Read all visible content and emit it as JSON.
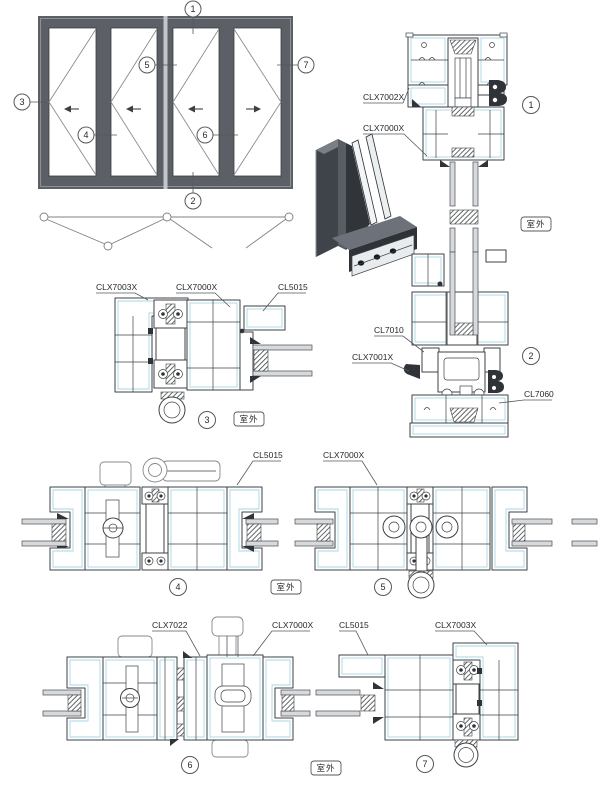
{
  "outdoor_label": "室外",
  "colors": {
    "page_bg": "#ffffff",
    "line_dark": "#3e4144",
    "accent_blue": "#a9d4e6",
    "frame_gray": "#5c6066",
    "render_dark": "#3f434a",
    "glass_gray": "#d7dadd"
  },
  "elevation": {
    "callouts": {
      "c1": "1",
      "c2": "2",
      "c3": "3",
      "c4": "4",
      "c5": "5",
      "c6": "6",
      "c7": "7"
    }
  },
  "sections": {
    "s1": {
      "num": "1",
      "labels": {
        "a": "CLX7002X",
        "b": "CLX7000X"
      }
    },
    "s2": {
      "num": "2",
      "labels": {
        "a": "CL7010",
        "b": "CLX7001X",
        "c": "CL7060"
      }
    },
    "s3": {
      "num": "3",
      "labels": {
        "a": "CLX7003X",
        "b": "CLX7000X",
        "c": "CL5015"
      }
    },
    "s4": {
      "num": "4",
      "labels": {
        "a": "CL5015"
      }
    },
    "s5": {
      "num": "5",
      "labels": {
        "a": "CLX7000X"
      }
    },
    "s6": {
      "num": "6",
      "labels": {
        "a": "CLX7022",
        "b": "CLX7000X"
      }
    },
    "s7": {
      "num": "7",
      "labels": {
        "a": "CL5015",
        "b": "CLX7003X"
      }
    }
  }
}
